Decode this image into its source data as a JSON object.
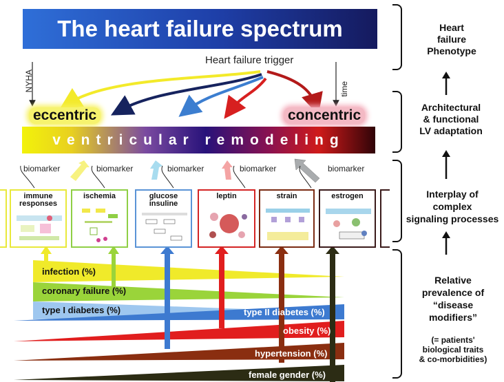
{
  "title": "The heart failure spectrum",
  "trigger_label": "Heart failure trigger",
  "nyha_label": "NYHA",
  "time_label": "time",
  "eccentric_label": "eccentric",
  "concentric_label": "concentric",
  "remodeling_label": "ventricular remodeling",
  "biomarker_label": "biomarker",
  "boxes": [
    {
      "label": "immune\nresponses",
      "color": "#e8e83a"
    },
    {
      "label": "ischemia",
      "color": "#8fcf45"
    },
    {
      "label": "glucose\ninsuline",
      "color": "#5a93d6"
    },
    {
      "label": "leptin",
      "color": "#d42323"
    },
    {
      "label": "strain",
      "color": "#7a2a12"
    },
    {
      "label": "estrogen",
      "color": "#3a1a1a"
    }
  ],
  "modifiers": [
    {
      "label": "infection (%)",
      "color": "#f0ea2a"
    },
    {
      "label": "coronary failure  (%)",
      "color": "#9ad43a"
    },
    {
      "label": "type I diabetes (%)",
      "color": "#9ec7ef"
    },
    {
      "label": "type II diabetes (%)",
      "color": "#3d7ad0"
    },
    {
      "label": "obesity (%)",
      "color": "#e11e1e"
    },
    {
      "label": "hypertension (%)",
      "color": "#8a2e10"
    },
    {
      "label": "female gender (%)",
      "color": "#2c2c14"
    }
  ],
  "side_labels": {
    "phenotype": "Heart\nfailure\nPhenotype",
    "architectural": "Architectural\n& functional\nLV adaptation",
    "interplay": "Interplay of\ncomplex\nsignaling processes",
    "relative": "Relative\nprevalence of\n“disease\nmodifiers”",
    "patients": "(= patients'\nbiological traits\n& co-morbidities)"
  }
}
